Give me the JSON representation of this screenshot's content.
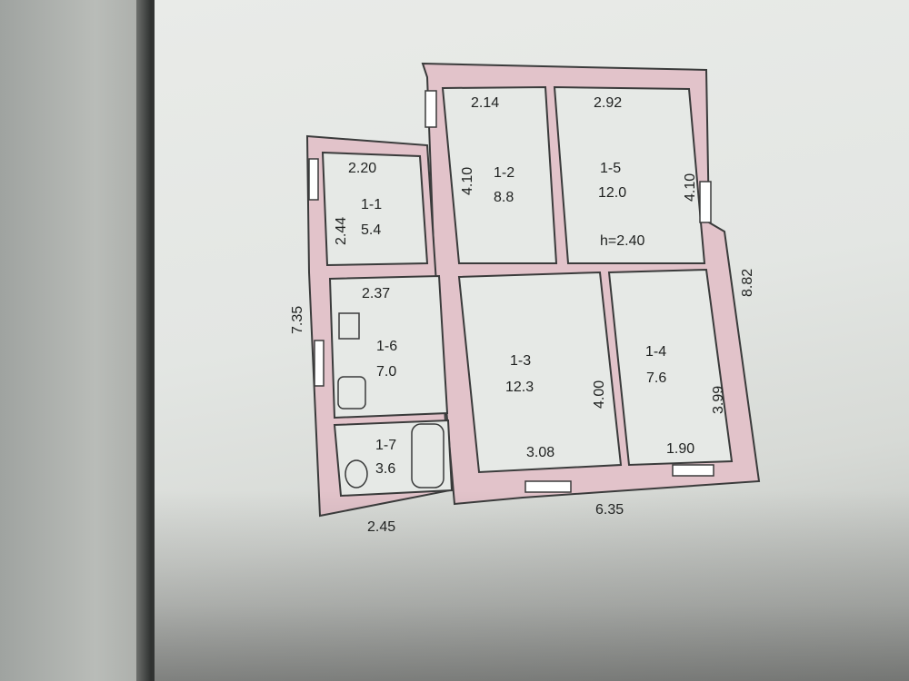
{
  "rooms": [
    {
      "id": "1-1",
      "area": "5.4"
    },
    {
      "id": "1-2",
      "area": "8.8"
    },
    {
      "id": "1-3",
      "area": "12.3"
    },
    {
      "id": "1-4",
      "area": "7.6"
    },
    {
      "id": "1-5",
      "area": "12.0"
    },
    {
      "id": "1-6",
      "area": "7.0"
    },
    {
      "id": "1-7",
      "area": "3.6"
    }
  ],
  "dimensions": {
    "d_2_14": "2.14",
    "d_2_92": "2.92",
    "d_2_20": "2.20",
    "d_4_10_left": "4.10",
    "d_4_10_right": "4.10",
    "d_2_44": "2.44",
    "d_2_37": "2.37",
    "d_7_35": "7.35",
    "d_8_82": "8.82",
    "d_4_00": "4.00",
    "d_3_99": "3.99",
    "d_3_08": "3.08",
    "d_1_90": "1.90",
    "d_6_35": "6.35",
    "d_2_45": "2.45"
  },
  "ceiling_height": "h=2.40",
  "colors": {
    "wall_fill": "#e2c3ca",
    "line": "#3a3b3b"
  }
}
